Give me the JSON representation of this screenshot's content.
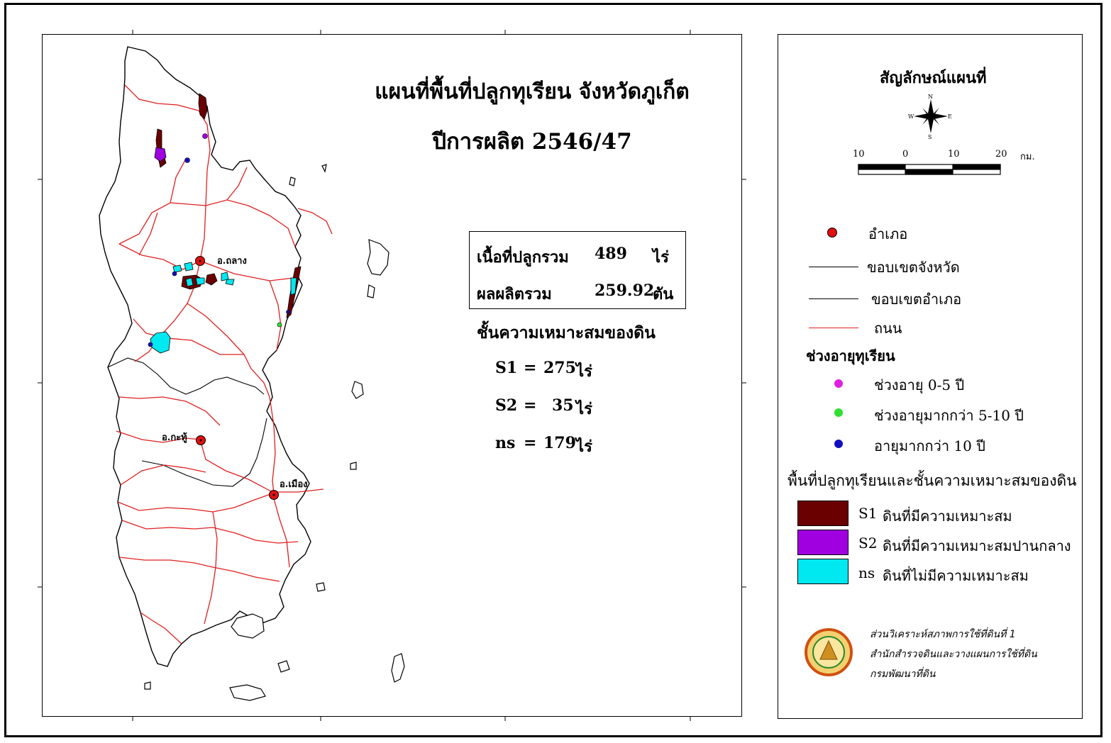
{
  "map": {
    "title_line1": "แผนที่พื้นที่ปลูกทุเรียน จังหวัดภูเก็ต",
    "title_line2": "ปีการผลิต 2546/47",
    "districts": [
      {
        "name": "อ.ถลาง"
      },
      {
        "name": "อ.กะทู้"
      },
      {
        "name": "อ.เมือง"
      }
    ]
  },
  "stats": {
    "area_label": "เนื้อที่ปลูกรวม",
    "area_value": "489",
    "area_unit": "ไร่",
    "yield_label": "ผลผลิตรวม",
    "yield_value": "259.92",
    "yield_unit": "ตัน"
  },
  "suitability": {
    "title": "ชั้นความเหมาะสมของดิน",
    "rows": [
      {
        "class": "S1",
        "eq": "=",
        "value": "275",
        "unit": "ไร่"
      },
      {
        "class": "S2",
        "eq": "=",
        "value": "35",
        "unit": "ไร่"
      },
      {
        "class": "ns",
        "eq": "=",
        "value": "179",
        "unit": "ไร่"
      }
    ]
  },
  "legend": {
    "title": "สัญลักษณ์แผนที่",
    "compass": {
      "n": "N",
      "e": "E",
      "s": "S",
      "w": "W"
    },
    "scale": {
      "labels": [
        "10",
        "0",
        "10",
        "20"
      ],
      "unit": "กม."
    },
    "symbols": {
      "district": "อำเภอ",
      "province_boundary": "ขอบเขตจังหวัด",
      "district_boundary": "ขอบเขตอำเภอ",
      "road": "ถนน"
    },
    "age_title": "ช่วงอายุทุเรียน",
    "ages": [
      {
        "label": "ช่วงอายุ 0-5 ปี",
        "color": "#e020e0"
      },
      {
        "label": "ช่วงอายุมากกว่า 5-10 ปี",
        "color": "#30e030"
      },
      {
        "label": "อายุมากกว่า 10 ปี",
        "color": "#1010c0"
      }
    ],
    "area_title": "พื้นที่ปลูกทุเรียนและชั้นความเหมาะสมของดิน",
    "classes": [
      {
        "code": "S1",
        "label": "ดินที่มีความเหมาะสม",
        "color": "#6a0000"
      },
      {
        "code": "S2",
        "label": "ดินที่มีความเหมาะสมปานกลาง",
        "color": "#a000e0"
      },
      {
        "code": "ns",
        "label": "ดินที่ไม่มีความเหมาะสม",
        "color": "#00e8f0"
      }
    ],
    "agency": [
      "ส่วนวิเคราะห์สภาพการใช้ที่ดินที่ 1",
      "สำนักสำรวจดินและวางแผนการใช้ที่ดิน",
      "กรมพัฒนาที่ดิน"
    ]
  },
  "colors": {
    "road": "#e02020",
    "district_point": "#e01010"
  }
}
